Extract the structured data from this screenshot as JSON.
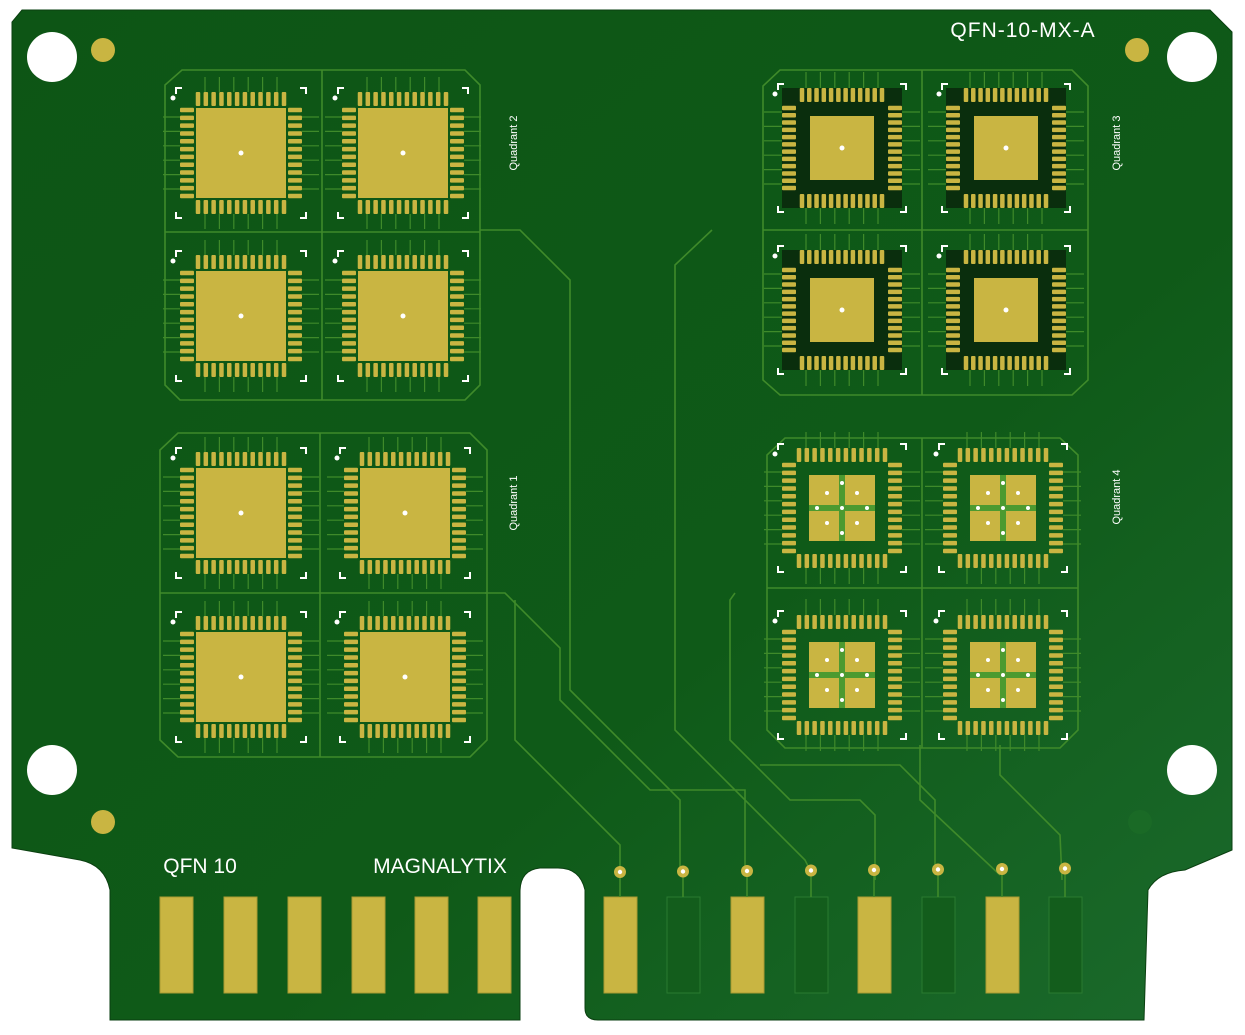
{
  "board": {
    "part_number": "QFN-10-MX-A",
    "brand": "MAGNALYTIX",
    "product": "QFN 10"
  },
  "quadrants": [
    {
      "label": "Quadrant 1",
      "style": "large-pad"
    },
    {
      "label": "Quadrant 2",
      "style": "large-pad"
    },
    {
      "label": "Quadrant 3",
      "style": "dark-frame"
    },
    {
      "label": "Quadrant 4",
      "style": "split-pad"
    }
  ],
  "edge_connector": {
    "pad_count": 14,
    "plated_pads": [
      0,
      1,
      2,
      3,
      4,
      5,
      6,
      8,
      10,
      12
    ],
    "vias_on_pads": [
      6,
      7,
      8,
      9,
      10,
      11,
      12,
      13
    ]
  },
  "colors": {
    "soldermask": "#0f5a18",
    "copper_gold": "#c9b542",
    "silkscreen": "#ffffff",
    "trace": "#3f8a2a"
  }
}
